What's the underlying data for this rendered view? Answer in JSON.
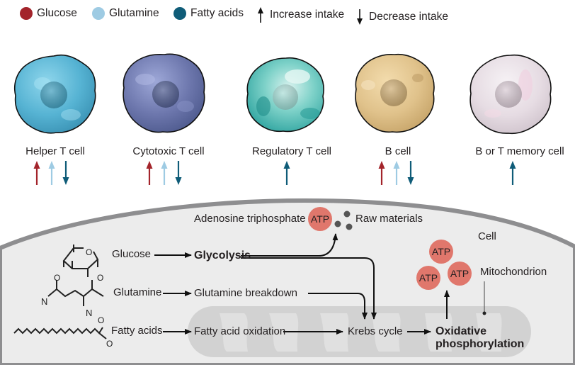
{
  "legend": {
    "items": [
      {
        "label": "Glucose",
        "color": "#a3242b"
      },
      {
        "label": "Glutamine",
        "color": "#9ecbe3"
      },
      {
        "label": "Fatty acids",
        "color": "#0f5c78"
      }
    ],
    "increase_label": "Increase intake",
    "decrease_label": "Decrease intake",
    "increase_icon": "arrow-up-icon",
    "decrease_icon": "arrow-down-icon"
  },
  "cells": [
    {
      "name": "Helper T cell",
      "color": "#5fb8d6",
      "intake": [
        {
          "nutrient": "Glucose",
          "direction": "increase"
        },
        {
          "nutrient": "Glutamine",
          "direction": "increase"
        },
        {
          "nutrient": "Fatty acids",
          "direction": "decrease"
        }
      ]
    },
    {
      "name": "Cytotoxic T cell",
      "color": "#6f78b0",
      "intake": [
        {
          "nutrient": "Glucose",
          "direction": "increase"
        },
        {
          "nutrient": "Glutamine",
          "direction": "increase"
        },
        {
          "nutrient": "Fatty acids",
          "direction": "decrease"
        }
      ]
    },
    {
      "name": "Regulatory T cell",
      "color": "#3fb2ad",
      "intake": [
        {
          "nutrient": "Fatty acids",
          "direction": "increase"
        }
      ]
    },
    {
      "name": "B cell",
      "color": "#e2c48e",
      "intake": [
        {
          "nutrient": "Glucose",
          "direction": "increase"
        },
        {
          "nutrient": "Glutamine",
          "direction": "increase"
        },
        {
          "nutrient": "Fatty acids",
          "direction": "decrease"
        }
      ]
    },
    {
      "name": "B or T memory cell",
      "color": "#e4dbe1",
      "intake": [
        {
          "nutrient": "Fatty acids",
          "direction": "increase"
        }
      ]
    }
  ],
  "pathway": {
    "cell_label": "Cell",
    "mitochondrion_label": "Mitochondrion",
    "atp_full_label": "Adenosine triphosphate",
    "atp_label": "ATP",
    "raw_materials_label": "Raw materials",
    "inputs": {
      "glucose": "Glucose",
      "glutamine": "Glutamine",
      "fatty_acids": "Fatty acids"
    },
    "processes": {
      "glycolysis": "Glycolysis",
      "glutamine_breakdown": "Glutamine breakdown",
      "fatty_acid_oxidation": "Fatty acid oxidation",
      "krebs_cycle": "Krebs cycle",
      "oxphos_line1": "Oxidative",
      "oxphos_line2": "phosphorylation"
    },
    "molecule_atoms": {
      "oxygen": "O",
      "nitrogen": "N"
    },
    "colors": {
      "atp": "#e0776c",
      "cell_fill": "#ececec",
      "cell_membrane": "#8e8e90",
      "mitochondrion": "#d2d2d2"
    }
  }
}
